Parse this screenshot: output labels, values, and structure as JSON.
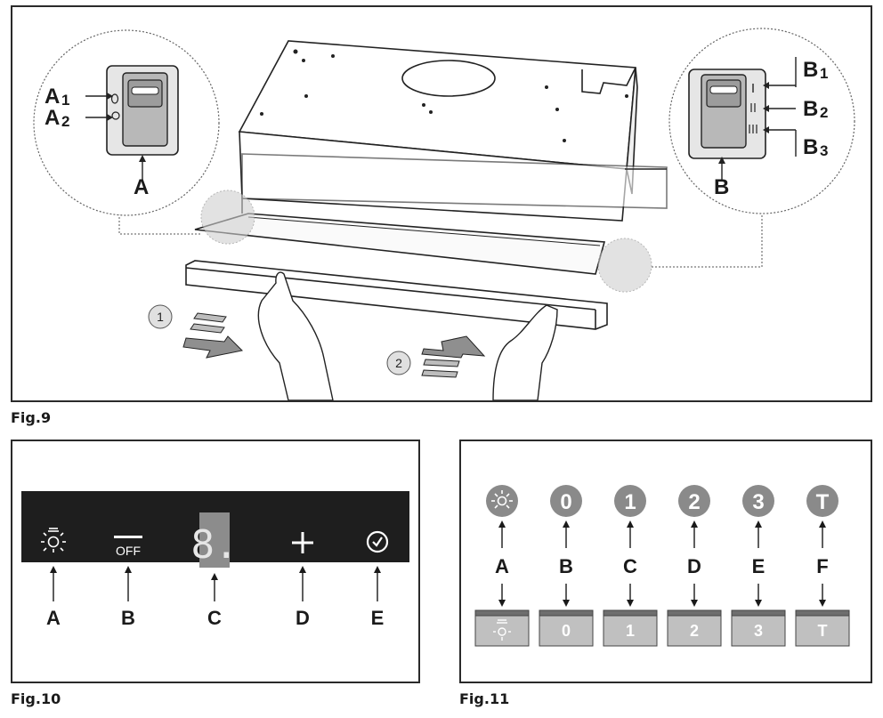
{
  "fig9": {
    "caption": "Fig.9",
    "switch_a": {
      "label": "A",
      "sub1": "A",
      "sub1_index": "1",
      "sub2": "A",
      "sub2_index": "2"
    },
    "switch_b": {
      "label": "B",
      "sub1": "B",
      "sub1_index": "1",
      "sub2": "B",
      "sub2_index": "2",
      "sub3": "B",
      "sub3_index": "3"
    },
    "steps": [
      "1",
      "2"
    ]
  },
  "fig10": {
    "caption": "Fig.10",
    "off_text": "OFF",
    "display_digit": "8.",
    "labels": [
      "A",
      "B",
      "C",
      "D",
      "E"
    ]
  },
  "fig11": {
    "caption": "Fig.11",
    "top_symbols": [
      "light-icon",
      "0",
      "1",
      "2",
      "3",
      "T"
    ],
    "labels": [
      "A",
      "B",
      "C",
      "D",
      "E",
      "F"
    ],
    "bottom_keys": [
      "light-icon",
      "0",
      "1",
      "2",
      "3",
      "T"
    ]
  }
}
